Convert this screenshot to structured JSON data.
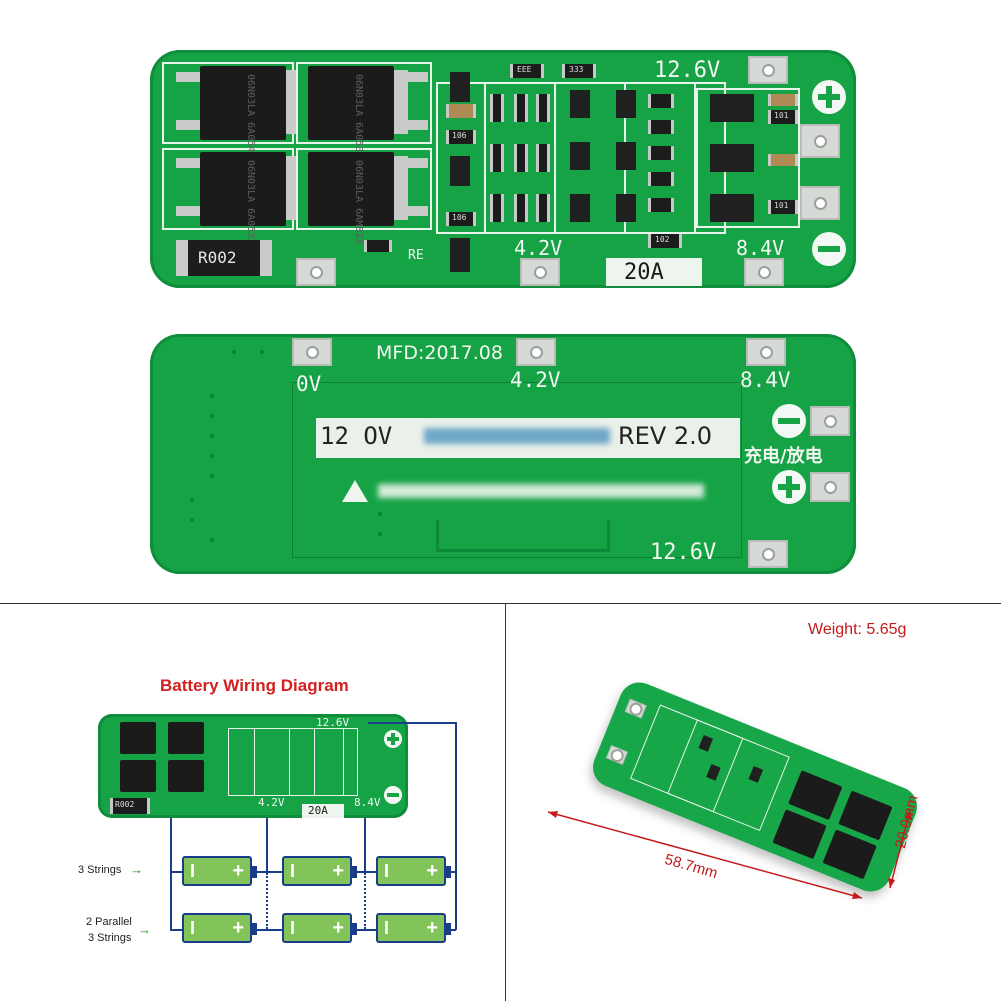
{
  "top_board": {
    "voltage_top": "12.6V",
    "voltage_mid": "4.2V",
    "voltage_right": "8.4V",
    "current_rating": "20A",
    "shunt_label": "R002",
    "re_label": "RE",
    "mosfet_labels": [
      "06N03LA 6A0540",
      "06N03LA 6A0533",
      "06N03LA 6A0533",
      "06N03LA 6AM823"
    ],
    "resistor_codes": [
      "EEE",
      "333",
      "106",
      "106",
      "102",
      "101",
      "101"
    ],
    "colors": {
      "pcb": "#15a346",
      "silk": "#f2f7f2"
    }
  },
  "bottom_board": {
    "mfd": "MFD:2017.08",
    "pin_0v": "0V",
    "pin_4v2": "4.2V",
    "pin_8v4": "8.4V",
    "pin_12v6": "12.6V",
    "banner_left": "12 OV",
    "banner_right": "REV 2.0",
    "charge_discharge": "充电/放电"
  },
  "wiring": {
    "title": "Battery Wiring Diagram",
    "strings_label": "3 Strings",
    "parallel_label_1": "2 Parallel",
    "parallel_label_2": "3 Strings",
    "mini_top": "12.6V",
    "mini_mid": "4.2V",
    "mini_right": "8.4V",
    "mini_amp": "20A",
    "mini_shunt": "R002",
    "battery_minus": "I",
    "battery_plus": "+",
    "colors": {
      "title": "#d42020",
      "wire": "#1a3d8a",
      "battery": "#82c35a",
      "arrow": "#2a8a2a"
    }
  },
  "dimensions": {
    "weight": "Weight: 5.65g",
    "length": "58.7mm",
    "width": "20.0mm",
    "colors": {
      "text": "#c41a1a"
    }
  }
}
